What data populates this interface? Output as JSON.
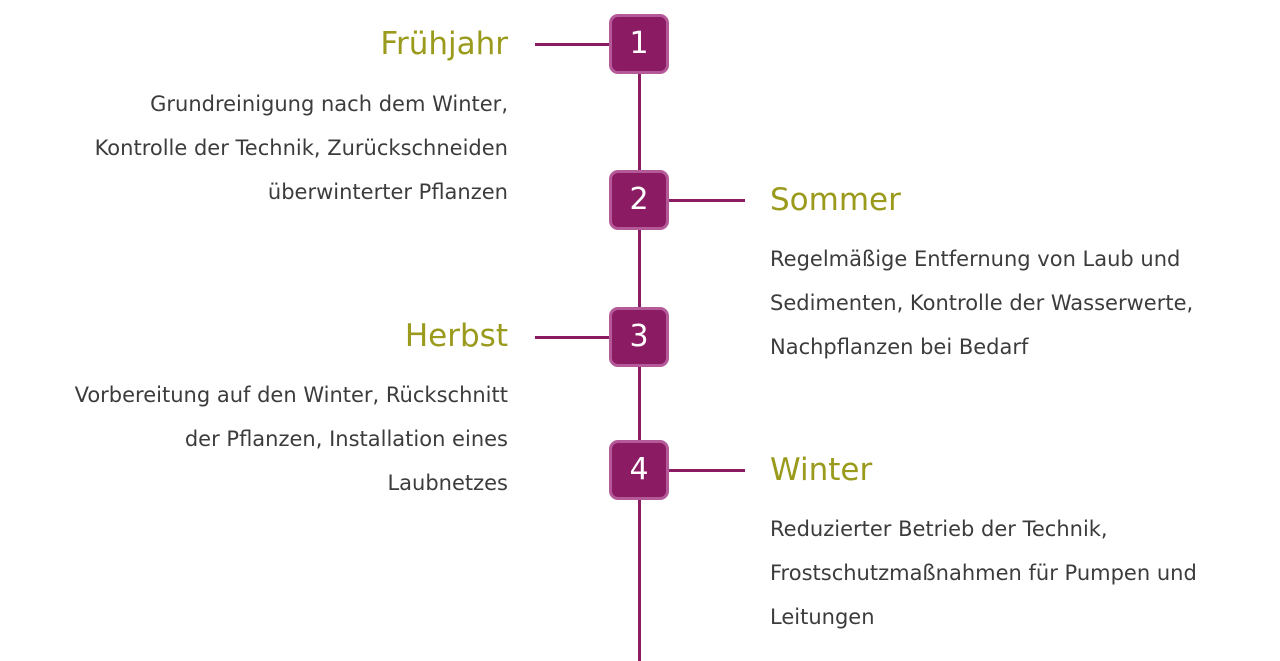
{
  "accent_color": "#8b1c64",
  "title_color": "#9a9a1c",
  "steps": [
    {
      "number": "1",
      "title": "Frühjahr",
      "lines": [
        "Grundreinigung nach dem Winter,",
        "Kontrolle der Technik, Zurückschneiden",
        "überwinterter Pflanzen"
      ]
    },
    {
      "number": "2",
      "title": "Sommer",
      "lines": [
        "Regelmäßige Entfernung von Laub und",
        "Sedimenten, Kontrolle der Wasserwerte,",
        "Nachpflanzen bei Bedarf"
      ]
    },
    {
      "number": "3",
      "title": "Herbst",
      "lines": [
        "Vorbereitung auf den Winter, Rückschnitt",
        "der Pflanzen, Installation eines",
        "Laubnetzes"
      ]
    },
    {
      "number": "4",
      "title": "Winter",
      "lines": [
        "Reduzierter Betrieb der Technik,",
        "Frostschutzmaßnahmen für Pumpen und",
        "Leitungen"
      ]
    }
  ]
}
